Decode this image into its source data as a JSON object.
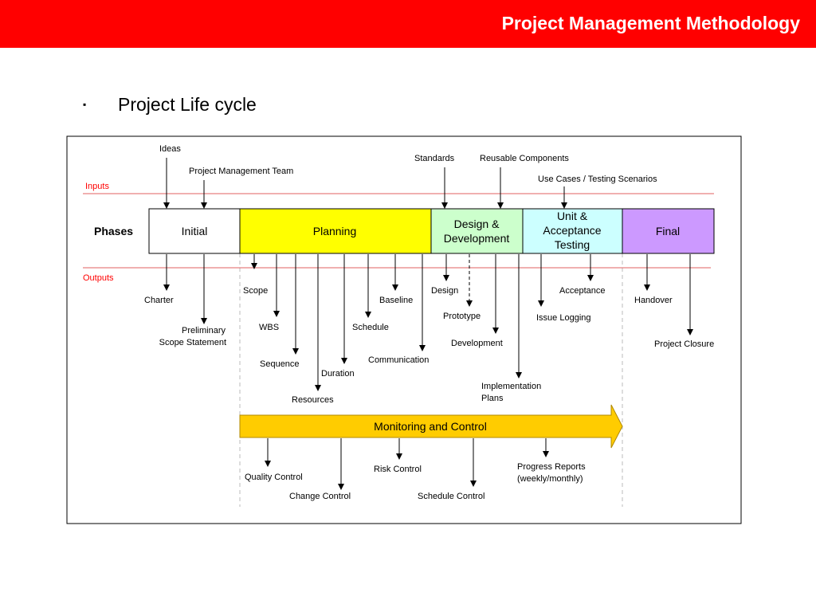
{
  "header": {
    "title": "Project Management Methodology"
  },
  "slide": {
    "bullet_marker": "▪",
    "bullet": "Project Life cycle"
  },
  "diagram": {
    "band_labels": {
      "inputs": "Inputs",
      "outputs": "Outputs",
      "phases": "Phases"
    },
    "phases": {
      "initial": "Initial",
      "planning": "Planning",
      "design": [
        "Design &",
        "Development"
      ],
      "testing": [
        "Unit &",
        "Acceptance",
        "Testing"
      ],
      "final": "Final"
    },
    "inputs": {
      "ideas": "Ideas",
      "pm_team": "Project Management Team",
      "standards": "Standards",
      "reusable": "Reusable Components",
      "use_cases": "Use Cases / Testing Scenarios"
    },
    "outputs": {
      "charter": "Charter",
      "preliminary": [
        "Preliminary",
        "Scope Statement"
      ],
      "scope": "Scope",
      "wbs": "WBS",
      "sequence": "Sequence",
      "resources": "Resources",
      "duration": "Duration",
      "schedule": "Schedule",
      "baseline": "Baseline",
      "communication": "Communication",
      "design": "Design",
      "prototype": "Prototype",
      "development": "Development",
      "implementation": [
        "Implementation",
        "Plans"
      ],
      "acceptance": "Acceptance",
      "issue_logging": "Issue Logging",
      "handover": "Handover",
      "closure": "Project Closure"
    },
    "monitoring": {
      "title": "Monitoring and Control",
      "quality": "Quality Control",
      "change": "Change Control",
      "risk": "Risk Control",
      "schedule_control": "Schedule Control",
      "progress": [
        "Progress Reports",
        "(weekly/monthly)"
      ]
    },
    "colors": {
      "initial": "#ffffff",
      "planning": "#ffff00",
      "design": "#ccffcc",
      "testing": "#ccffff",
      "final": "#cc99ff",
      "monitoring": "#ffcc00",
      "band_line": "#e06060",
      "band_text": "#ff0000"
    }
  }
}
